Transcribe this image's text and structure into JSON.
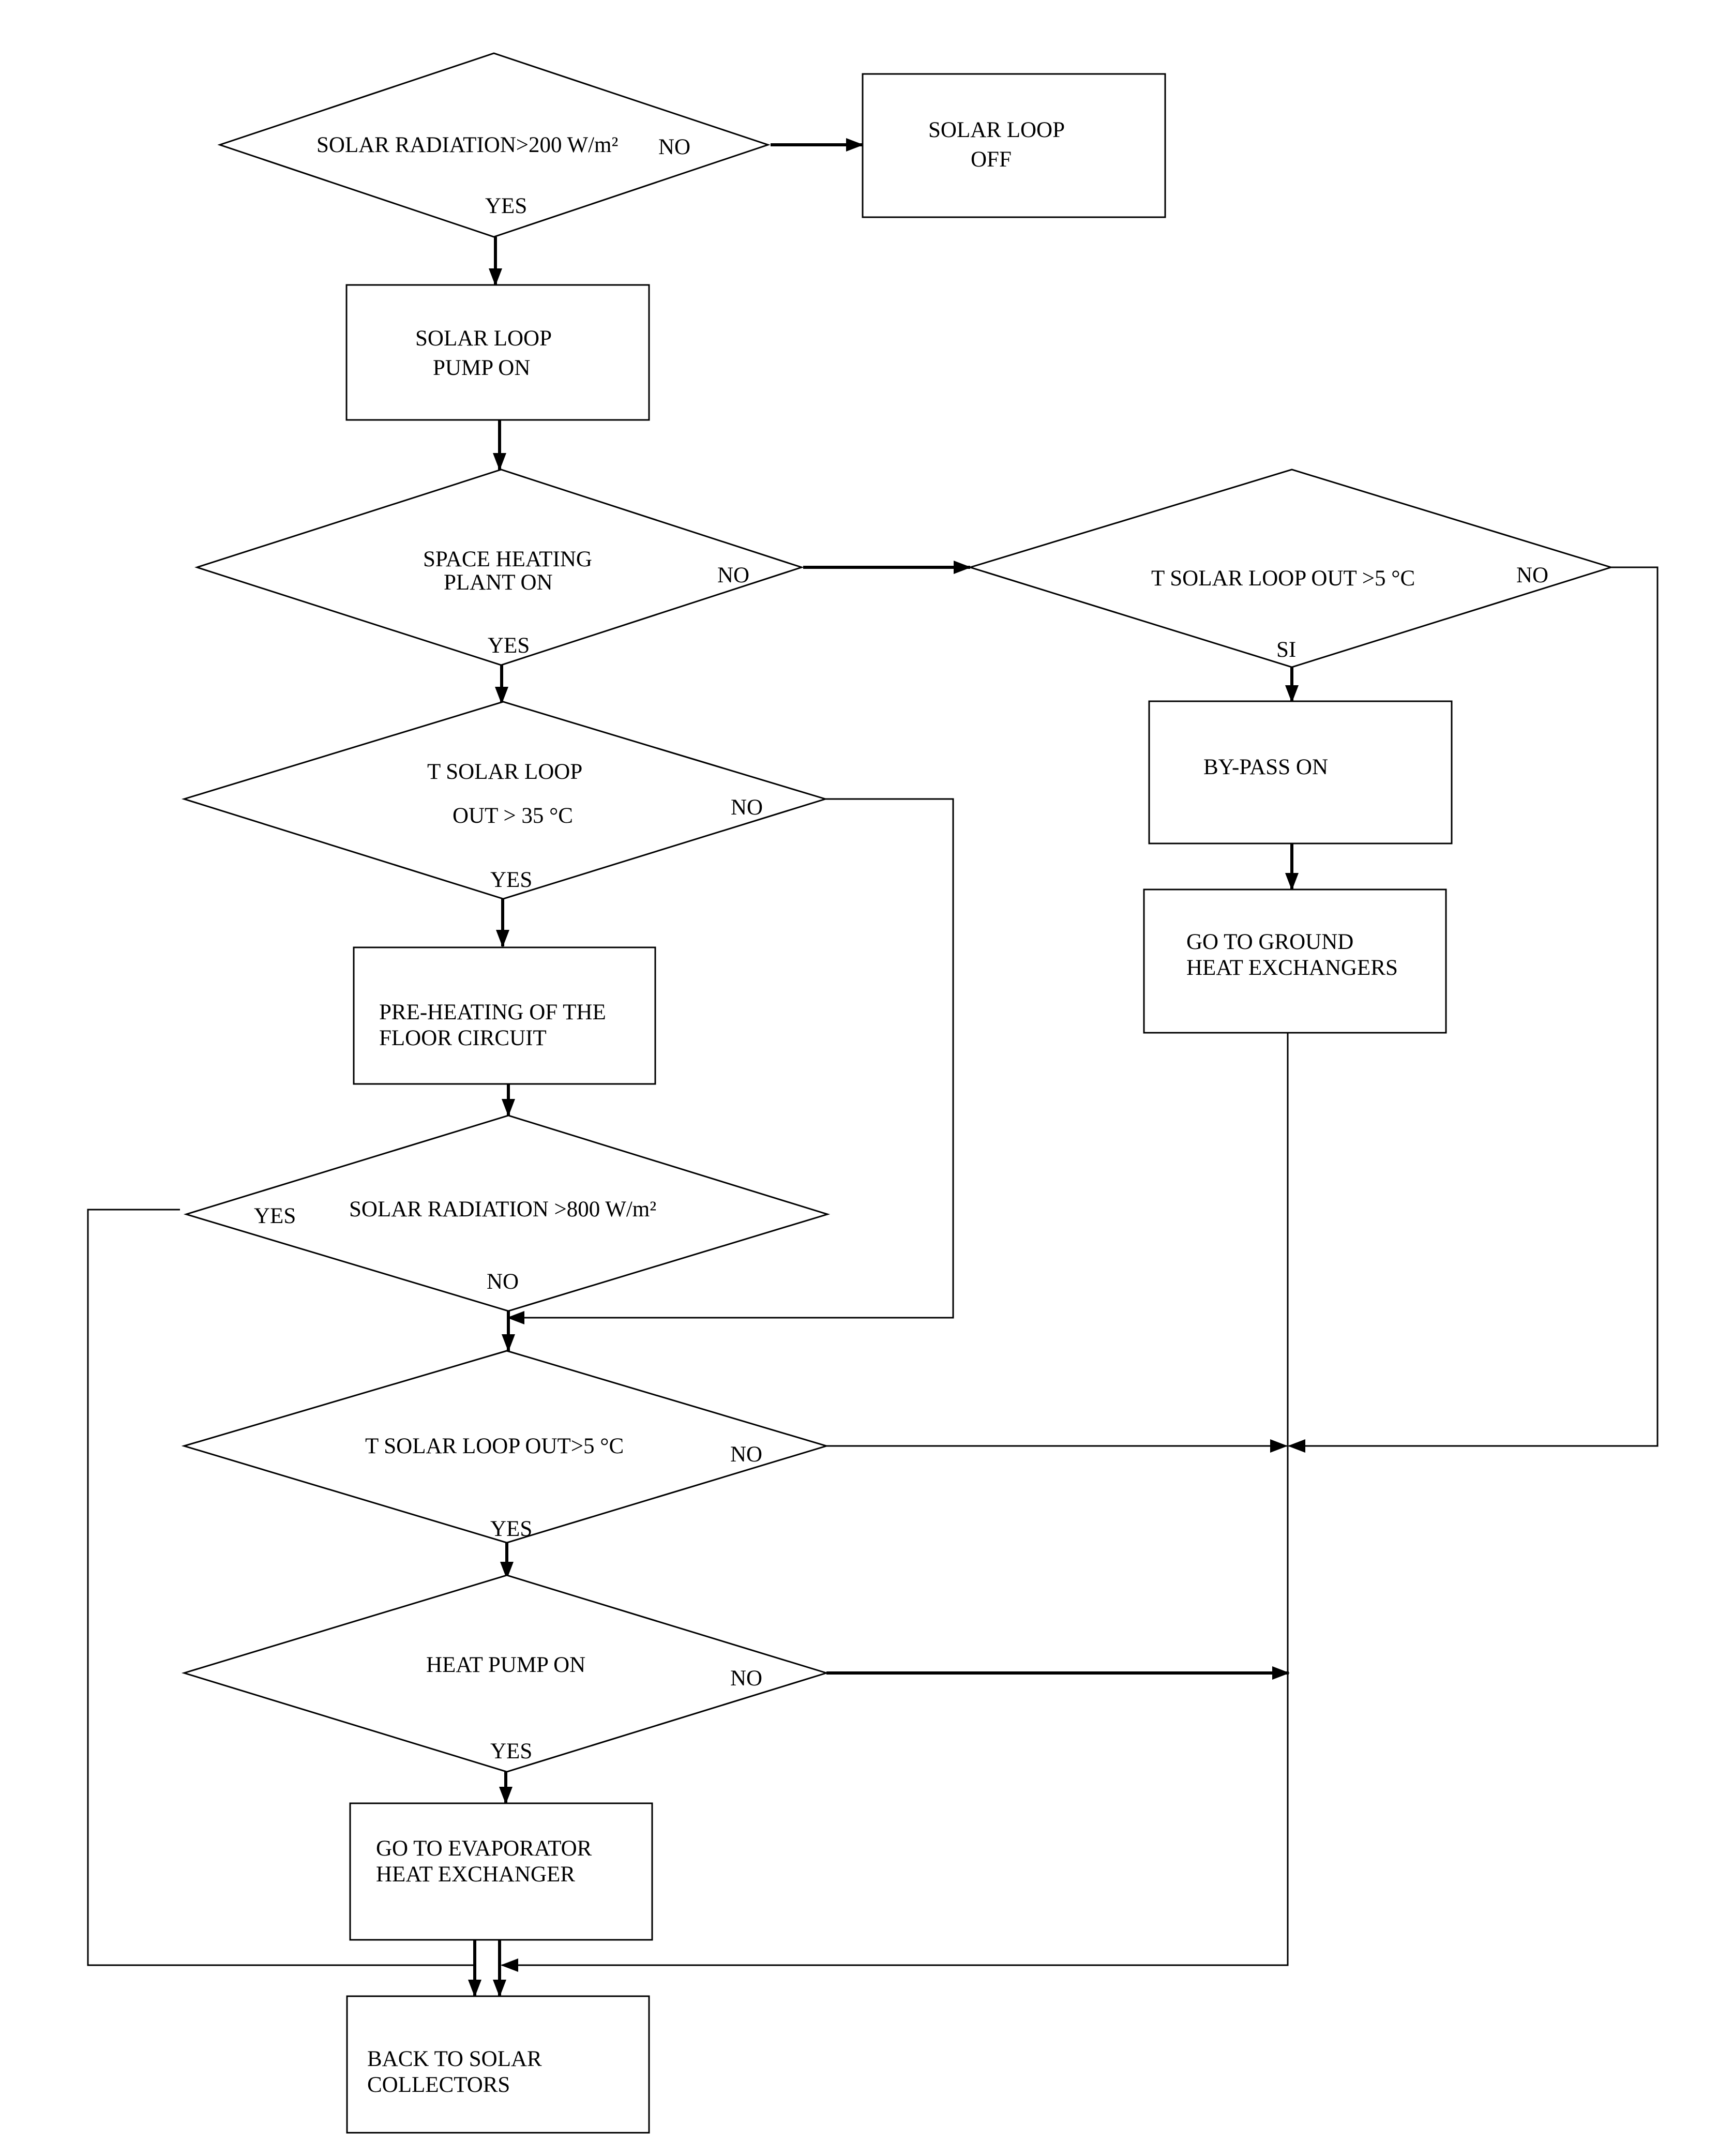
{
  "flowchart": {
    "d1": {
      "text": "SOLAR RADIATION>200 W/m²",
      "no": "NO",
      "yes": "YES"
    },
    "box_off": {
      "line1": "SOLAR LOOP",
      "line2": "OFF"
    },
    "box_pump": {
      "line1": "SOLAR LOOP",
      "line2": "PUMP ON"
    },
    "d2": {
      "line1": "SPACE HEATING",
      "line2": "PLANT ON",
      "no": "NO",
      "yes": "YES"
    },
    "d3": {
      "text": "T SOLAR LOOP OUT >5 °C",
      "no": "NO",
      "yes": "SI"
    },
    "box_bypass": {
      "text": "BY-PASS ON"
    },
    "box_ground": {
      "line1": "GO TO GROUND",
      "line2": "HEAT EXCHANGERS"
    },
    "d4": {
      "line1": "T SOLAR LOOP",
      "line2": "OUT > 35 °C",
      "no": "NO",
      "yes": "YES"
    },
    "box_preheat": {
      "line1": "PRE-HEATING OF THE",
      "line2": "FLOOR CIRCUIT"
    },
    "d5": {
      "text": "SOLAR RADIATION >800 W/m²",
      "yes": "YES",
      "no": "NO"
    },
    "d6": {
      "text": "T  SOLAR LOOP OUT>5 °C",
      "no": "NO",
      "yes": "YES"
    },
    "d7": {
      "text": "HEAT PUMP ON",
      "no": "NO",
      "yes": "YES"
    },
    "box_evap": {
      "line1": "GO TO EVAPORATOR",
      "line2": "HEAT EXCHANGER"
    },
    "box_back": {
      "line1": "BACK TO SOLAR",
      "line2": "COLLECTORS"
    }
  }
}
